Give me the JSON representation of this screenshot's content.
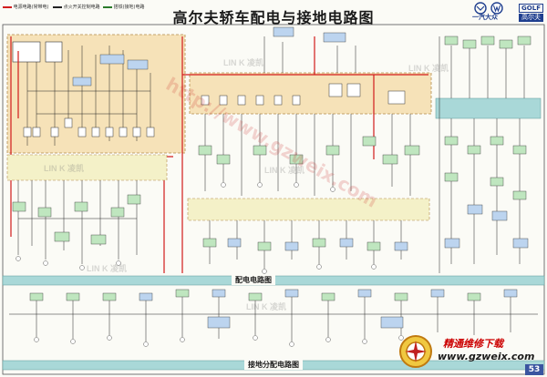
{
  "title": "高尔夫轿车配电与接地电路图",
  "brand": {
    "maker_cn": "一汽大众",
    "model_en": "GOLF",
    "model_cn": "高尔夫"
  },
  "legend": [
    "电源电路(常带电)",
    "点火开关控制电路",
    "搭铁(接地)电路"
  ],
  "sections": {
    "power": "配电电路图",
    "ground": "接地分配电路图"
  },
  "page_number": "53",
  "watermarks": {
    "site_cn": "精通维修下载",
    "site_url": "www.gzweix.com",
    "diagonal": "http://www.gzweix.com",
    "tiles": [
      "LIN K 凌凯",
      "LIN K 凌凯",
      "LIN K 凌凯",
      "LIN K 凌凯",
      "LIN K 凌凯",
      "LIN K 凌凯"
    ]
  },
  "colors": {
    "power_wire": "#d21c1c",
    "wire": "#222222",
    "fuse_box": "#f6e2b8",
    "relay_panel": "#f4f1c8",
    "ground_band": "#a9d8d8",
    "component_green": "#bfe6bf",
    "component_blue": "#bcd4ef",
    "badge": "#3a55a0"
  }
}
